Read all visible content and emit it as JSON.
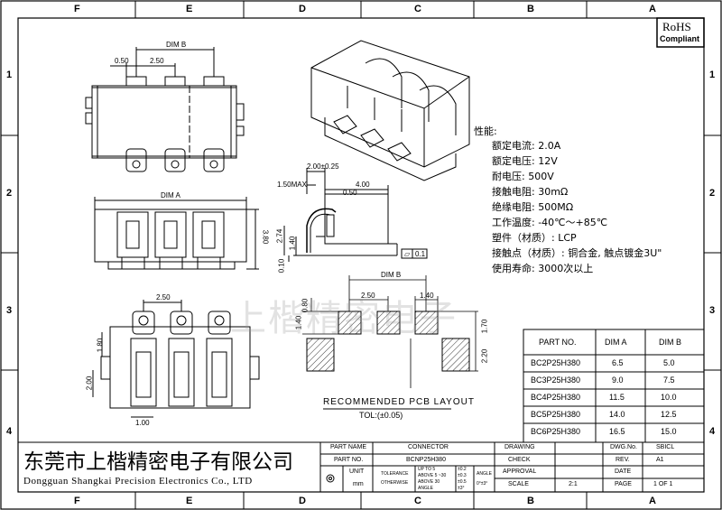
{
  "zones": {
    "columns": [
      "F",
      "E",
      "D",
      "C",
      "B",
      "A"
    ],
    "rows": [
      "1",
      "2",
      "3",
      "4"
    ]
  },
  "rohs": {
    "line1": "RoHS",
    "line2": "Compliant"
  },
  "top_view": {
    "dim_b": "DIM B",
    "d1": "0.50",
    "d2": "2.50"
  },
  "front_view": {
    "dim_a": "DIM A",
    "height": "3.80"
  },
  "bottom_view": {
    "pitch": "2.50",
    "h1": "1.80",
    "h2": "2.00",
    "w": "1.00"
  },
  "side_view": {
    "d1": "2.00±0.25",
    "d2": "1.50MAX",
    "d3": "4.00",
    "d4": "0.50",
    "d5": "2.74",
    "d6": "1.40",
    "d7": "0.10",
    "flat_sym": "▱",
    "flat_val": "0.1"
  },
  "pcb_layout": {
    "dim_b": "DIM B",
    "pitch": "2.50",
    "pad_w": "1.40",
    "v1": "0.80",
    "v2": "1.40",
    "v3": "1.70",
    "v4": "2.20",
    "title": "RECOMMENDED PCB LAYOUT",
    "tol": "TOL:(±0.05)"
  },
  "watermark": "上楷精密电子",
  "specs": {
    "heading": "性能:",
    "items": [
      "额定电流: 2.0A",
      "额定电压: 12V",
      "耐电压: 500V",
      "接触电阻: 30mΩ",
      "绝缘电阻: 500MΩ",
      "工作温度: -40℃～+85℃",
      "塑件（材质）: LCP",
      "接触点（材质）: 铜合金, 触点镀金3U\"",
      "使用寿命: 3000次以上"
    ]
  },
  "dim_table": {
    "headers": [
      "PART NO.",
      "DIM A",
      "DIM B"
    ],
    "rows": [
      [
        "BC2P25H380",
        "6.5",
        "5.0"
      ],
      [
        "BC3P25H380",
        "9.0",
        "7.5"
      ],
      [
        "BC4P25H380",
        "11.5",
        "10.0"
      ],
      [
        "BC5P25H380",
        "14.0",
        "12.5"
      ],
      [
        "BC6P25H380",
        "16.5",
        "15.0"
      ]
    ]
  },
  "company": {
    "cn": "东莞市上楷精密电子有限公司",
    "en": "Dongguan Shangkai Precision Electronics Co., LTD"
  },
  "title_block": {
    "part_name_lbl": "PART NAME",
    "part_name": "CONNECTOR",
    "part_no_lbl": "PART NO.",
    "part_no": "BCNP25H380",
    "unit_lbl": "UNIT",
    "unit": "mm",
    "tolerance_lbl": "TOLERANCE",
    "otherwise_lbl": "OTHERWISE",
    "tol_rows": [
      [
        "UP TO 5",
        "±0.2"
      ],
      [
        "ABOVE 5 ~30",
        "±0.3"
      ],
      [
        "ABOVE 30",
        "±0.5"
      ],
      [
        "ANGLE",
        "±3°"
      ]
    ],
    "angle_lbl": "ANGLE",
    "angle_val": "0°±3°",
    "drawing_lbl": "DRAWING",
    "check_lbl": "CHECK",
    "approval_lbl": "APPROVAL",
    "scale_lbl": "SCALE",
    "scale": "2:1",
    "dwg_lbl": "DWG.No.",
    "dwg": "SBICL",
    "rev_lbl": "REV.",
    "rev": "A1",
    "date_lbl": "DATE",
    "date": "",
    "page_lbl": "PAGE",
    "page": "1 OF 1"
  }
}
